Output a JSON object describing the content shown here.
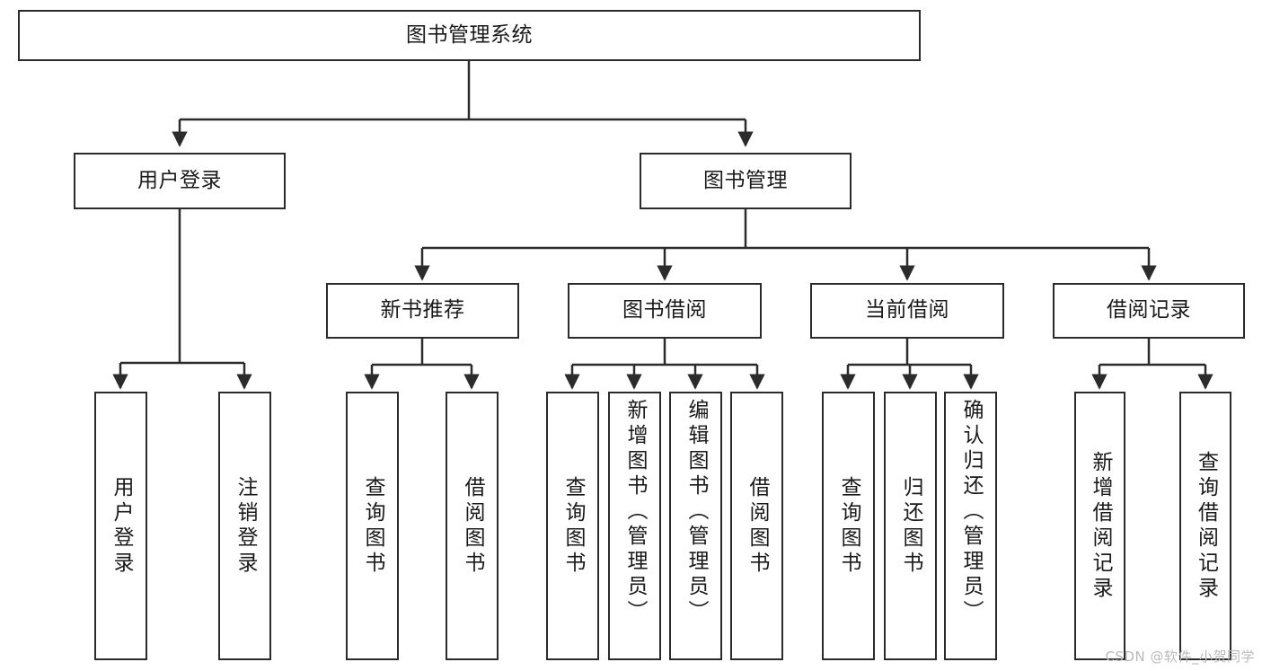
{
  "diagram": {
    "title": "图书管理系统",
    "watermark": "CSDN @软件_小贺同学",
    "stroke_color": "#2b2b2b",
    "text_color": "#1a1a1a",
    "background_color": "#ffffff",
    "root": {
      "label": "图书管理系统"
    },
    "level2": [
      {
        "label": "用户登录"
      },
      {
        "label": "图书管理"
      }
    ],
    "level3": [
      {
        "label": "新书推荐"
      },
      {
        "label": "图书借阅"
      },
      {
        "label": "当前借阅"
      },
      {
        "label": "借阅记录"
      }
    ],
    "leaves": {
      "user_login": [
        {
          "label": "用户登录"
        },
        {
          "label": "注销登录"
        }
      ],
      "new_book_recommend": [
        {
          "label": "查询图书"
        },
        {
          "label": "借阅图书"
        }
      ],
      "book_borrow": [
        {
          "label": "查询图书"
        },
        {
          "label": "新增图书（管理员）"
        },
        {
          "label": "编辑图书（管理员）"
        },
        {
          "label": "借阅图书"
        }
      ],
      "current_borrow": [
        {
          "label": "查询图书"
        },
        {
          "label": "归还图书"
        },
        {
          "label": "确认归还（管理员）"
        }
      ],
      "borrow_record": [
        {
          "label": "新增借阅记录"
        },
        {
          "label": "查询借阅记录"
        }
      ]
    }
  }
}
